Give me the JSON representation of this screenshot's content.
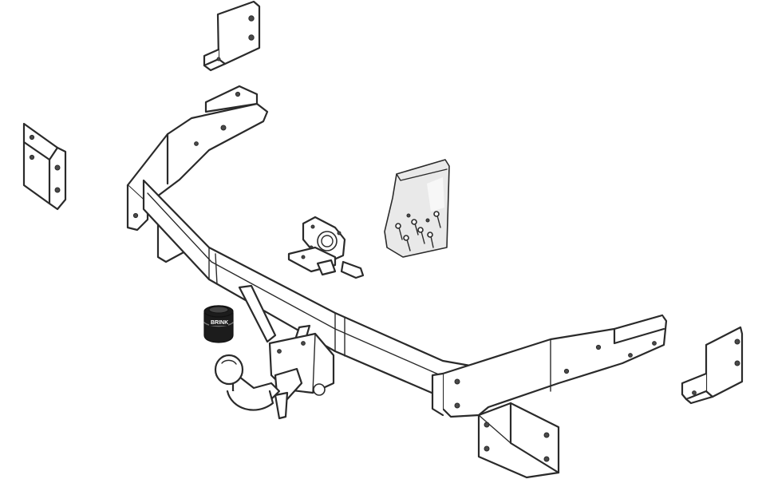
{
  "diagram": {
    "background": "#ffffff",
    "line_color": "#2a2a2a",
    "parts": [
      "bracket-top",
      "bracket-left",
      "bracket-right",
      "bracket-bottom",
      "tow-bar-crossmember",
      "tow-ball-neck",
      "socket-plate",
      "electrical-socket-cover",
      "mounting-hardware-bag"
    ],
    "logo_text": "BRINK"
  }
}
